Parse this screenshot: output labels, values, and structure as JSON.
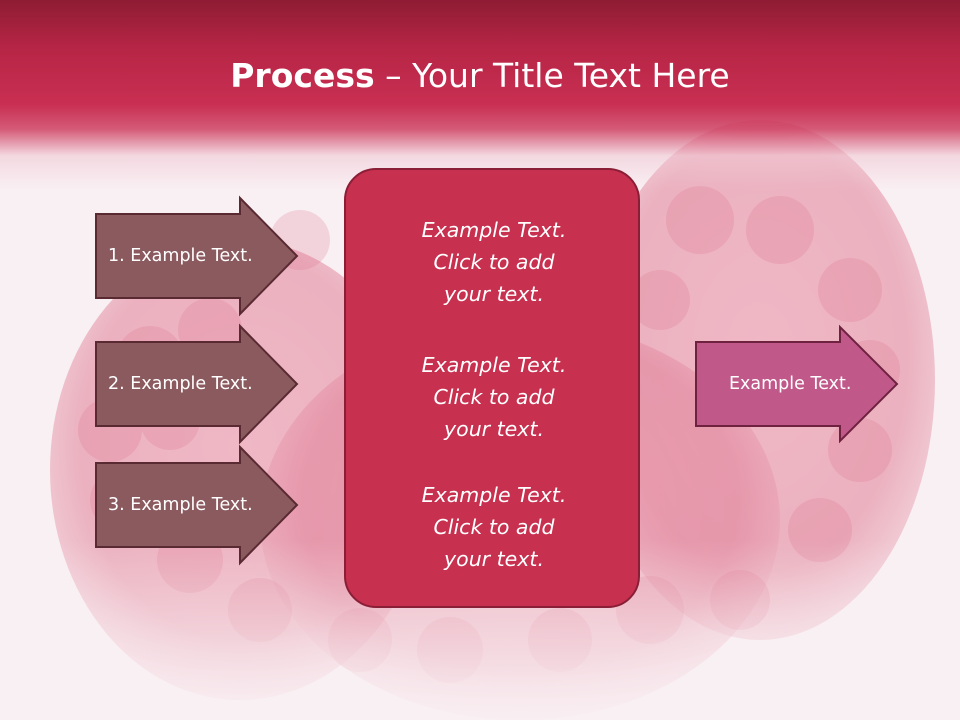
{
  "slide": {
    "title_bold": "Process",
    "title_rest": " – Your Title Text Here",
    "inputs": [
      {
        "label": "1. Example Text."
      },
      {
        "label": "2. Example Text."
      },
      {
        "label": "3. Example Text."
      }
    ],
    "center_blocks": [
      {
        "lines": [
          "Example Text.",
          "Click  to add",
          "your text."
        ]
      },
      {
        "lines": [
          "Example Text.",
          "Click  to add",
          "your text."
        ]
      },
      {
        "lines": [
          "Example Text.",
          "Click  to add",
          "your text."
        ]
      }
    ],
    "output": {
      "label": "Example Text."
    }
  },
  "colors": {
    "header": "#c92f52",
    "input_arrow": "#8b5a5f",
    "center_box": "#c8304f",
    "output_arrow": "#c1588a",
    "outline": "#5a2a32"
  },
  "background": {
    "depiction": "raspberries"
  }
}
